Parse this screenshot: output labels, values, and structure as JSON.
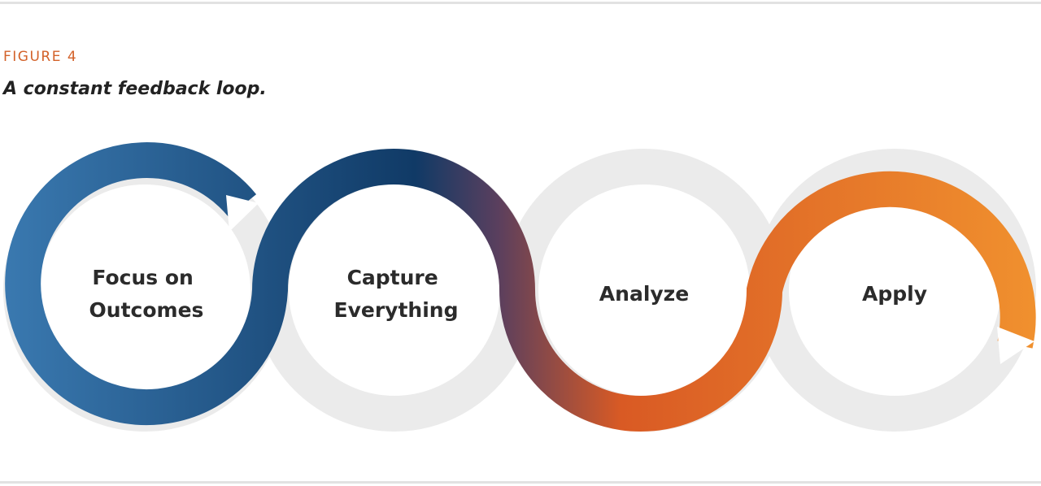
{
  "figure": {
    "label": "FIGURE 4",
    "title": "A constant feedback loop."
  },
  "stages": [
    {
      "lines": [
        "Focus on",
        "Outcomes"
      ]
    },
    {
      "lines": [
        "Capture",
        "Everything"
      ]
    },
    {
      "lines": [
        "Analyze"
      ]
    },
    {
      "lines": [
        "Apply"
      ]
    }
  ],
  "colors": {
    "figure_label": "#d3622a",
    "title_text": "#222222",
    "ring_track": "#ebebeb",
    "blue_light": "#3a79b0",
    "blue_dark": "#103a66",
    "purple": "#5a3f5e",
    "orange_dark": "#d95a24",
    "orange_light": "#f0902e",
    "rule": "#e2e2e2"
  }
}
